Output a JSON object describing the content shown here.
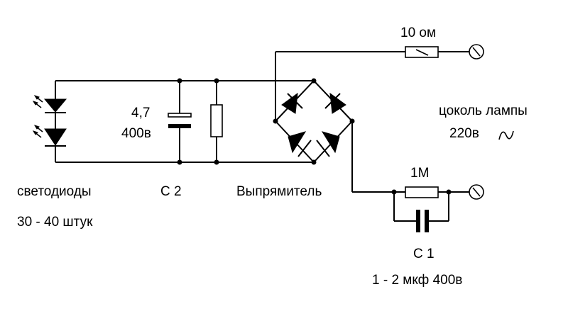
{
  "labels": {
    "resistor_top": "10 ом",
    "cap_c2_value": "4,7",
    "cap_c2_voltage": "400в",
    "led_label": "светодиоды",
    "led_count": "30 - 40 штук",
    "cap_c2_name": "С 2",
    "rectifier": "Выпрямитель",
    "lamp_base": "цоколь лампы",
    "mains_voltage": "220в",
    "resistor_bottom": "1М",
    "cap_c1_name": "С 1",
    "cap_c1_value": "1 - 2 мкф  400в"
  },
  "symbols": {
    "ac_source": "sine-wave-icon",
    "terminal": "terminal-icon",
    "led": "led-icon",
    "diode": "diode-icon"
  }
}
